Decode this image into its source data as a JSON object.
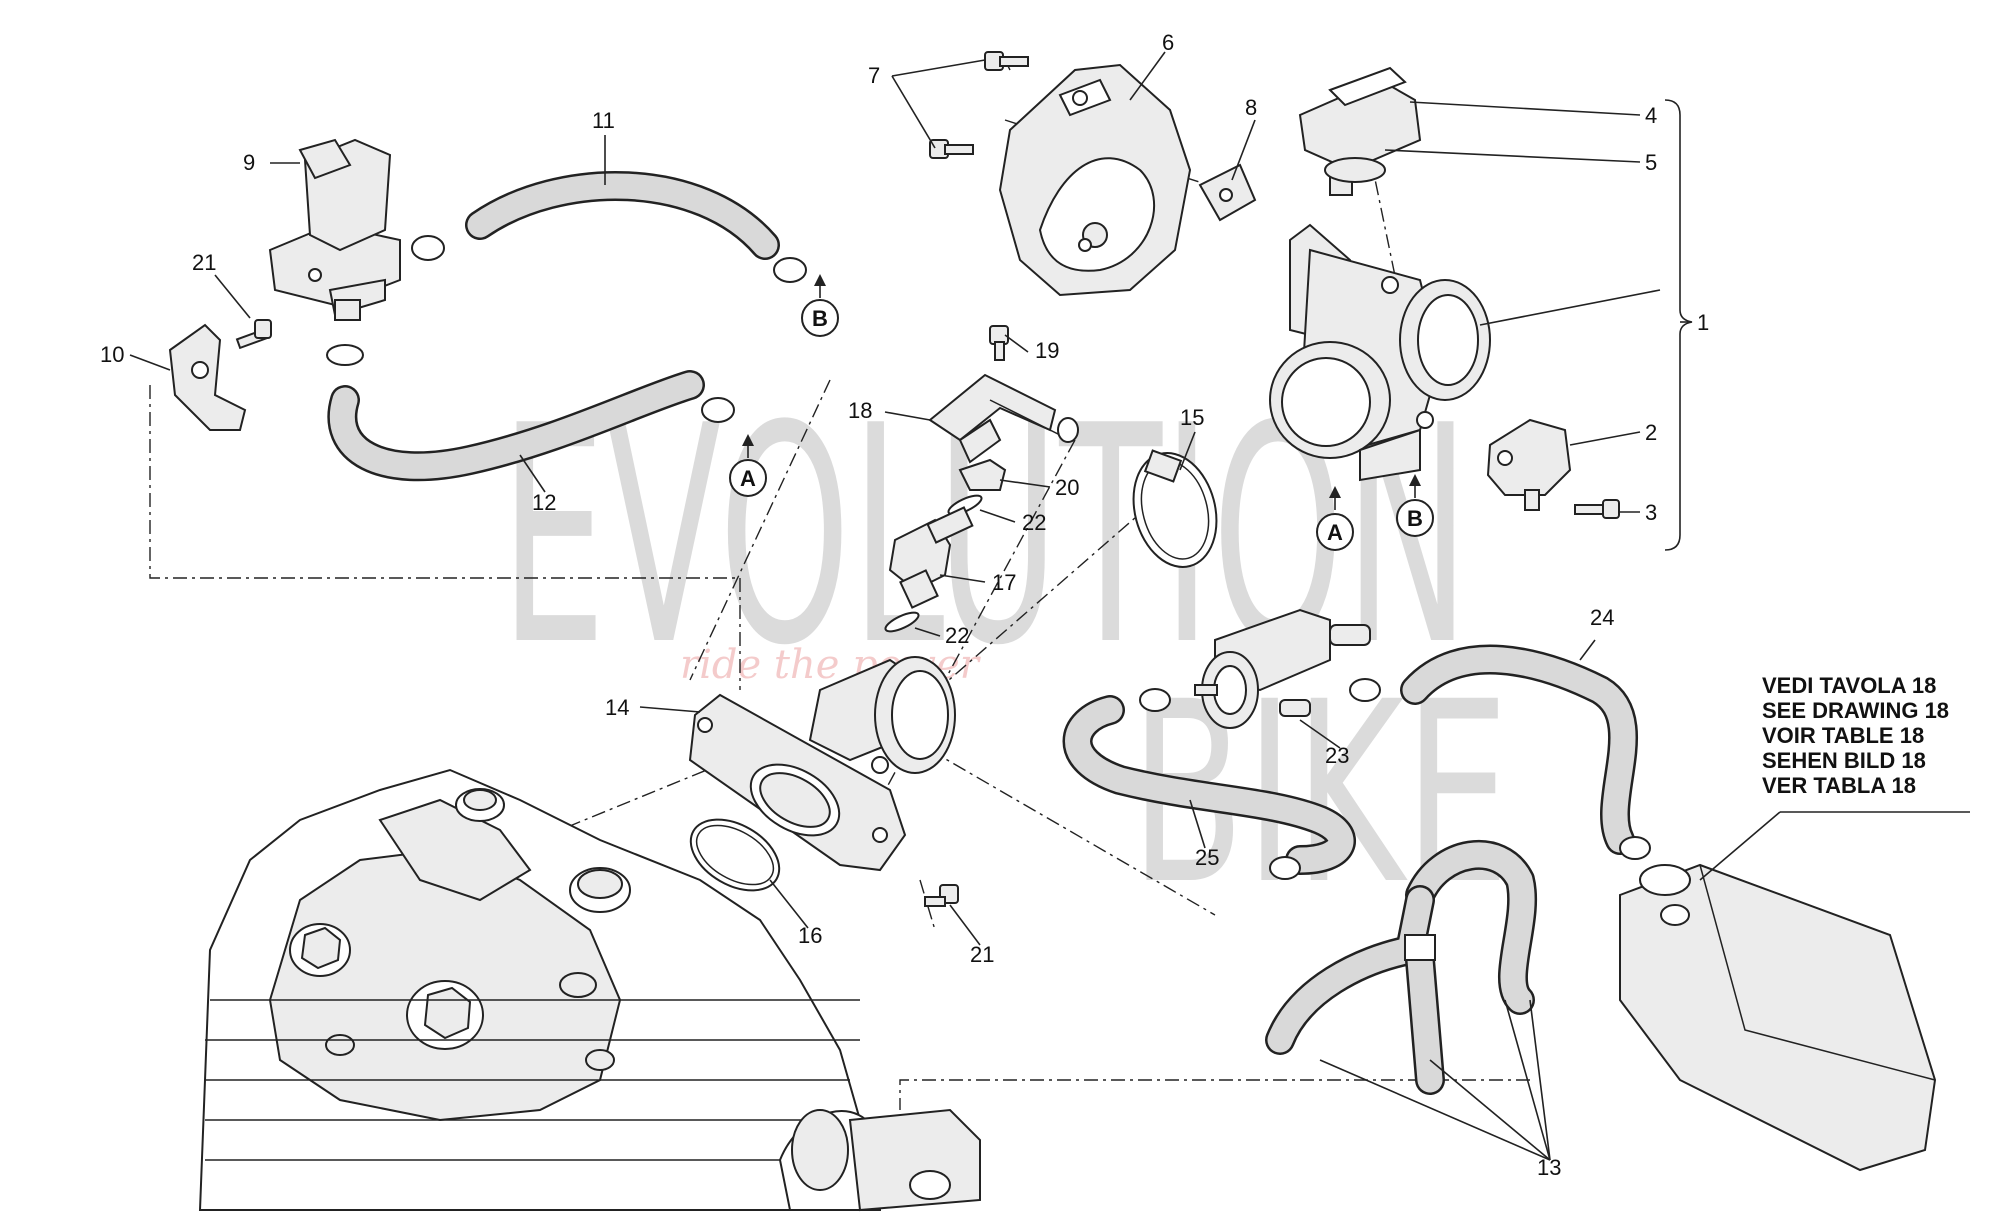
{
  "watermark": {
    "brand_top": "EVOLUTION",
    "brand_bottom": "BIKE",
    "tagline": "ride the power"
  },
  "references": {
    "A": "A",
    "B": "B"
  },
  "callouts": [
    "1",
    "2",
    "3",
    "4",
    "5",
    "6",
    "7",
    "8",
    "9",
    "10",
    "11",
    "12",
    "13",
    "14",
    "15",
    "16",
    "17",
    "18",
    "19",
    "20",
    "21",
    "21",
    "22",
    "22",
    "23",
    "24",
    "25"
  ],
  "see_drawing_note": [
    "VEDI TAVOLA 18",
    "SEE DRAWING 18",
    "VOIR TABLE 18",
    "SEHEN BILD 18",
    "VER TABLA 18"
  ]
}
